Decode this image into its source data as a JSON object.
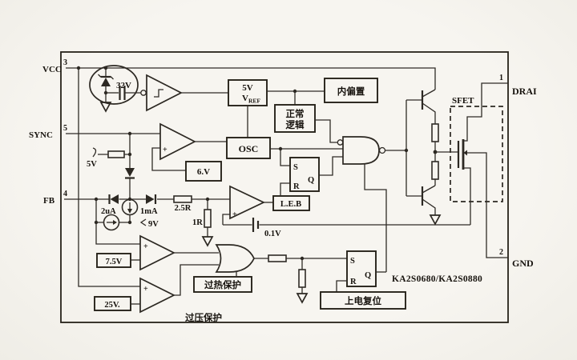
{
  "part_number": "KA2S0680/KA2S0880",
  "pins": {
    "vcc": {
      "num": "3",
      "name": "VCC"
    },
    "sync": {
      "num": "5",
      "name": "SYNC"
    },
    "fb": {
      "num": "4",
      "name": "FB"
    },
    "drain": {
      "num": "1",
      "name": "DRAI"
    },
    "gnd": {
      "num": "2",
      "name": "GND"
    }
  },
  "blocks": {
    "vref_top": "5V",
    "vref_v": "V",
    "vref_sub": "REF",
    "bias": "内偏置",
    "logic_top": "正常",
    "logic_bottom": "逻辑",
    "osc": "OSC",
    "ref6": "6.V",
    "leb": "L.E.B",
    "thermal": "过热保护",
    "por": "上电复位",
    "th75": "7.5V",
    "th25": "25V.",
    "sfet": "SFET"
  },
  "labels": {
    "zener": "32V",
    "clamp": "5V",
    "i_2ua": "2uA",
    "i_1ma": "1mA",
    "v9": "9V",
    "r_25": "2.5R",
    "r_1": "1R",
    "v_sense": "0.1V",
    "ovp": "过压保护"
  },
  "latch": {
    "s": "S",
    "r": "R",
    "q": "Q"
  },
  "marks": {
    "plus": "+"
  }
}
